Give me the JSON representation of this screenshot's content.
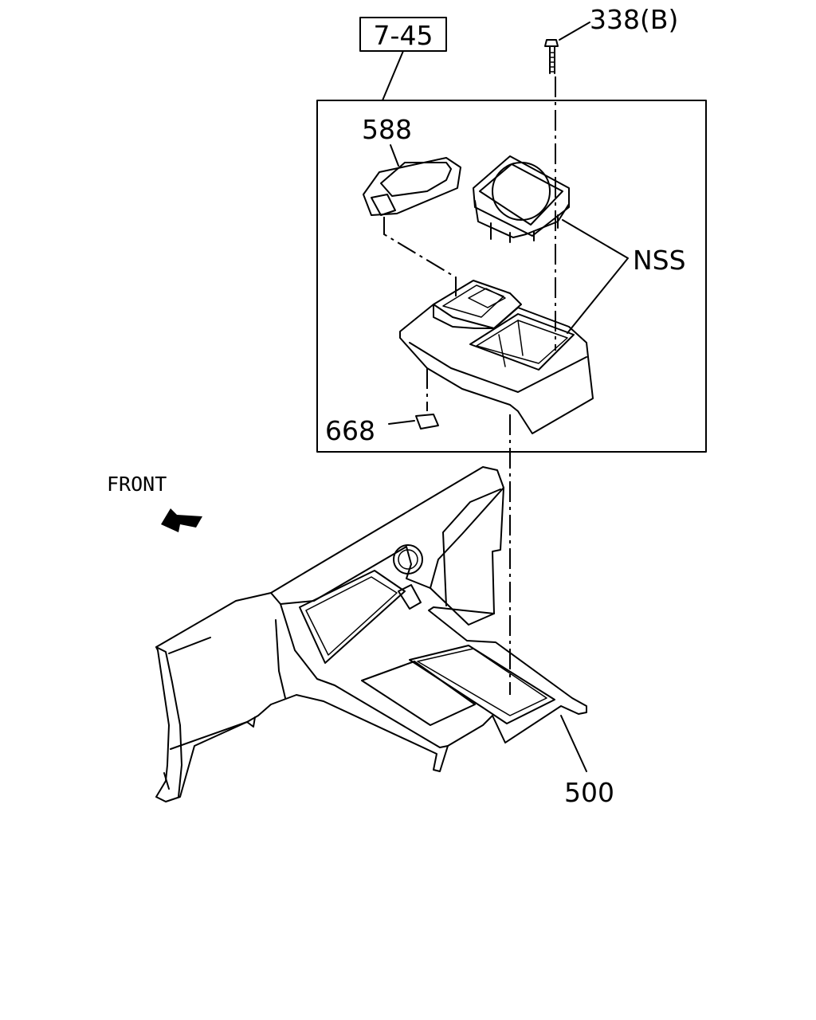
{
  "callouts": {
    "ref_box": "7-45",
    "bolt": "338(B)",
    "lid": "588",
    "nss": "NSS",
    "plug": "668",
    "console": "500"
  },
  "direction": {
    "label": "FRONT",
    "arrow_icon": "front-arrow-icon"
  }
}
